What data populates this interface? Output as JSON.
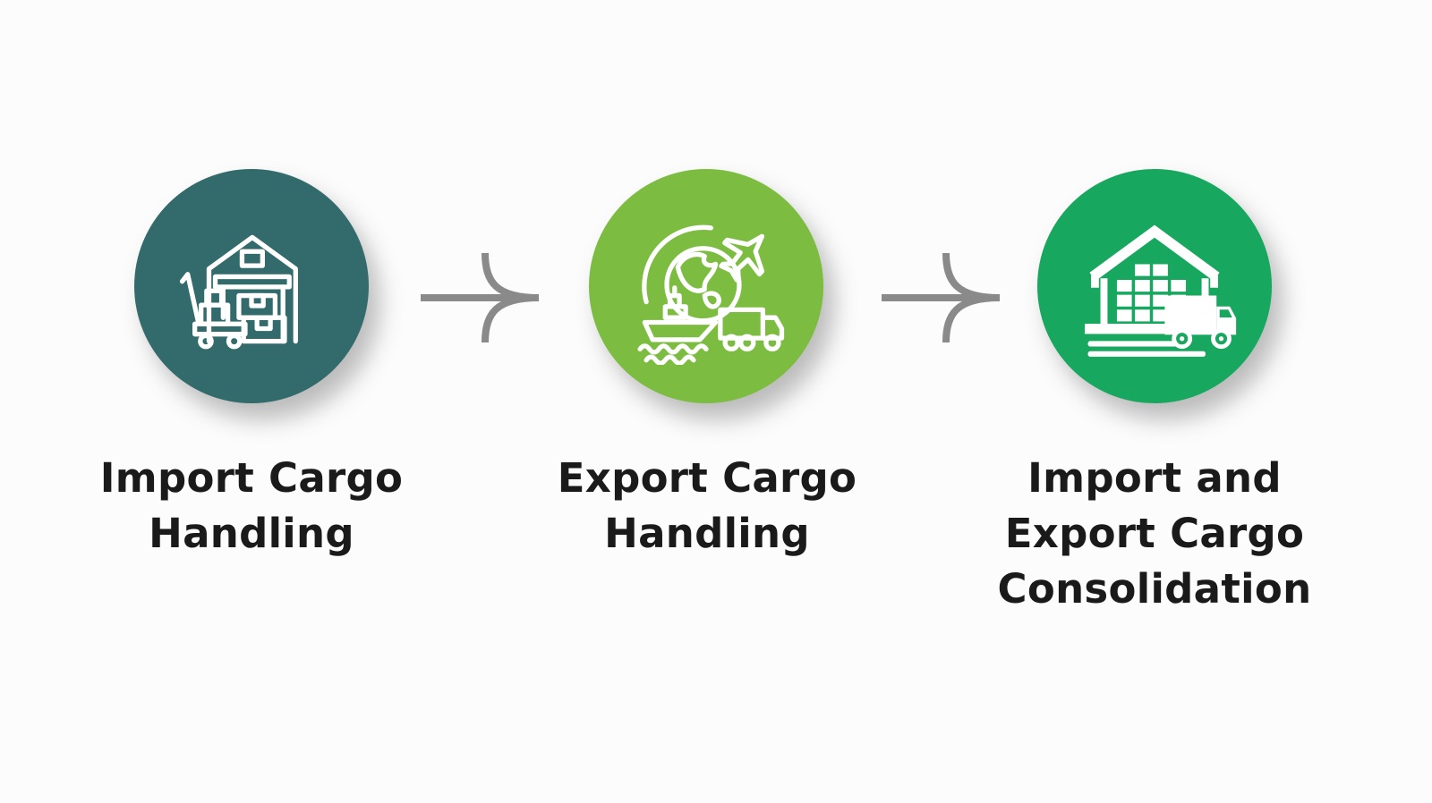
{
  "diagram": {
    "background_color": "#FCFCFC",
    "text_color": "#1A1A1A",
    "arrow": {
      "icon": "flow-arrow-icon",
      "color": "#8A8A8A",
      "count": 2
    },
    "steps": [
      {
        "label": "Import Cargo Handling",
        "lines": [
          "Import Cargo",
          "Handling"
        ],
        "icon": "warehouse-handtruck-icon",
        "circle_color": "#336B6D"
      },
      {
        "label": "Export Cargo Handling",
        "lines": [
          "Export Cargo",
          "Handling"
        ],
        "icon": "globe-plane-ship-truck-icon",
        "circle_color": "#7CBD41"
      },
      {
        "label": "Import and Export Cargo Consolidation",
        "lines": [
          "Import and",
          "Export Cargo",
          "Consolidation"
        ],
        "icon": "warehouse-truck-icon",
        "circle_color": "#18A75E"
      }
    ]
  }
}
